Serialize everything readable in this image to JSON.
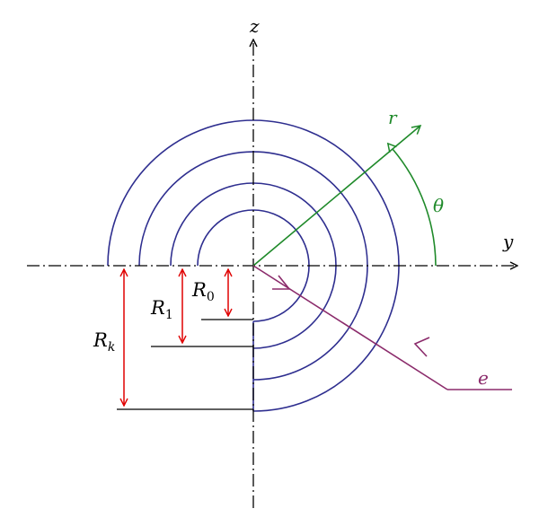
{
  "labels": {
    "z_axis": "z",
    "y_axis": "y",
    "r_vector": "r",
    "theta_angle": "θ",
    "e_ray": "e",
    "r0_main": "R",
    "r0_sub": "0",
    "r1_main": "R",
    "r1_sub": "1",
    "rk_main": "R",
    "rk_sub": "k"
  },
  "colors": {
    "axes": "#000000",
    "shells": "#2e2e8f",
    "dimensions": "#e00000",
    "r_vector": "#1f8a2a",
    "ray_e": "#8b2b6b"
  }
}
